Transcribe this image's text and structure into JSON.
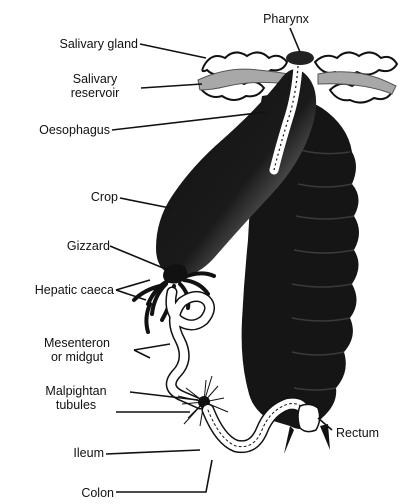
{
  "diagram": {
    "labels": {
      "pharynx": "Pharynx",
      "salivary_gland": "Salivary  gland",
      "salivary_reservoir_1": "Salivary",
      "salivary_reservoir_2": "reservoir",
      "oesophagus": "Oesophagus",
      "crop": "Crop",
      "gizzard": "Gizzard",
      "hepatic_caeca": "Hepatic  caeca",
      "mesenteron_1": "Mesenteron",
      "mesenteron_2": "or  midgut",
      "malpighian_1": "Malpightan",
      "malpighian_2": "tubules",
      "ileum": "Ileum",
      "rectum": "Rectum",
      "colon": "Colon"
    }
  }
}
